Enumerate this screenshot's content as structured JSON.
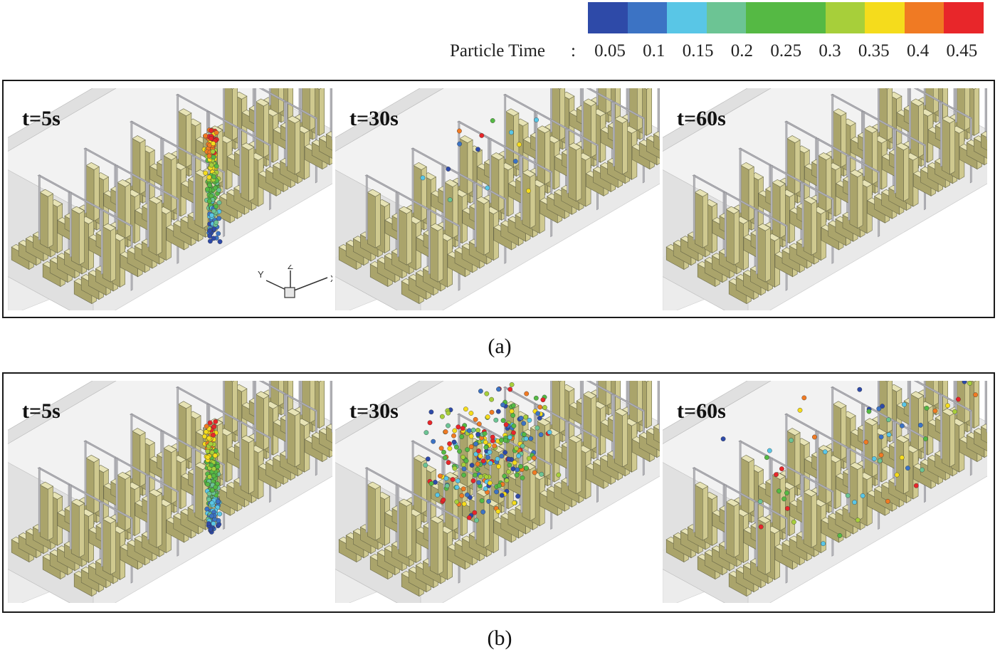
{
  "legend": {
    "title": "Particle Time",
    "separator": ":",
    "ticks": [
      "0.05",
      "0.1",
      "0.15",
      "0.2",
      "0.25",
      "0.3",
      "0.35",
      "0.4",
      "0.45"
    ],
    "colors": [
      "#2e4aa8",
      "#3c73c4",
      "#59c6e6",
      "#6cc494",
      "#55b944",
      "#55b944",
      "#a7cf3a",
      "#f5dc1c",
      "#f07a23",
      "#e8262a"
    ]
  },
  "axes": {
    "z": "Z",
    "y": "Y",
    "x": "X"
  },
  "panels": [
    {
      "caption": "(a)",
      "frames": [
        {
          "label": "t=5s",
          "spread": 0,
          "particles": 160
        },
        {
          "label": "t=30s",
          "spread": 1,
          "particles": 14
        },
        {
          "label": "t=60s",
          "spread": 2,
          "particles": 0
        }
      ]
    },
    {
      "caption": "(b)",
      "frames": [
        {
          "label": "t=5s",
          "spread": 0,
          "particles": 220
        },
        {
          "label": "t=30s",
          "spread": 1,
          "particles": 260
        },
        {
          "label": "t=60s",
          "spread": 3,
          "particles": 60
        }
      ]
    }
  ]
}
